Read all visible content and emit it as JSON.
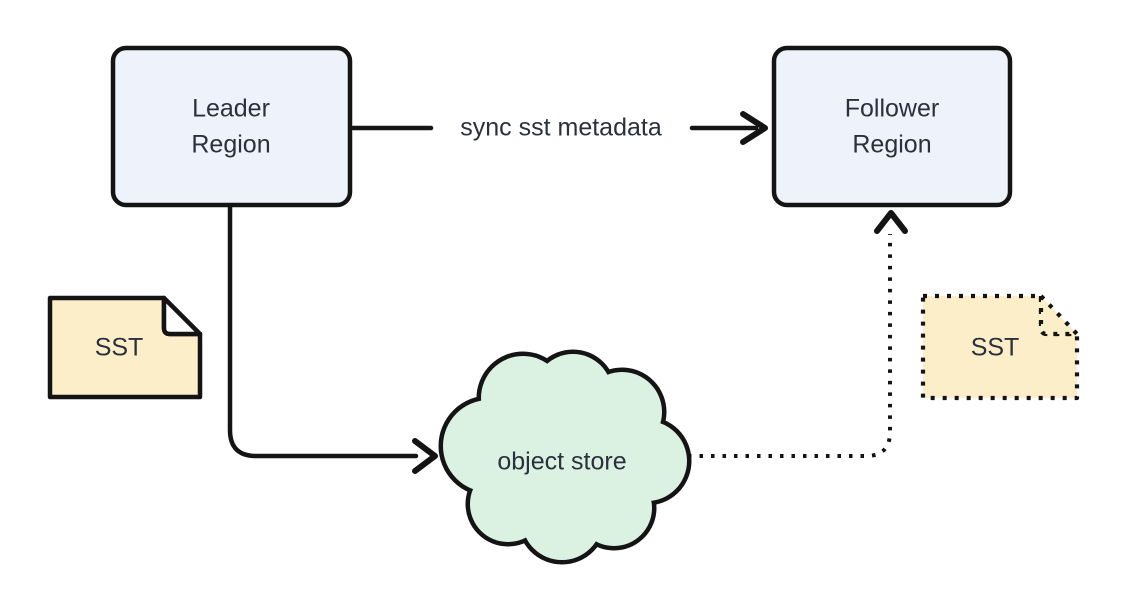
{
  "diagram": {
    "type": "flow-diagram",
    "nodes": {
      "leader_region": {
        "label": "Leader Region",
        "shape": "rounded-rectangle"
      },
      "follower_region": {
        "label": "Follower Region",
        "shape": "rounded-rectangle"
      },
      "object_store": {
        "label": "object store",
        "shape": "cloud"
      },
      "sst_source": {
        "label": "SST",
        "shape": "document",
        "border": "solid"
      },
      "sst_replica": {
        "label": "SST",
        "shape": "document",
        "border": "dotted"
      }
    },
    "edges": {
      "sync": {
        "label": "sync sst metadata",
        "from": "Leader Region",
        "to": "Follower Region",
        "style": "solid-arrow"
      },
      "upload": {
        "label": "",
        "from": "Leader Region",
        "to": "object store",
        "style": "solid-arrow"
      },
      "download": {
        "label": "",
        "from": "object store",
        "to": "Follower Region",
        "style": "dotted-arrow"
      }
    }
  },
  "colors": {
    "region_fill": "#edf2fb",
    "sst_fill": "#fbeec9",
    "flap_fill": "#ffffff",
    "cloud_fill": "#dbf2e3",
    "stroke": "#141414",
    "text": "#2b303c",
    "background": "#ffffff"
  }
}
